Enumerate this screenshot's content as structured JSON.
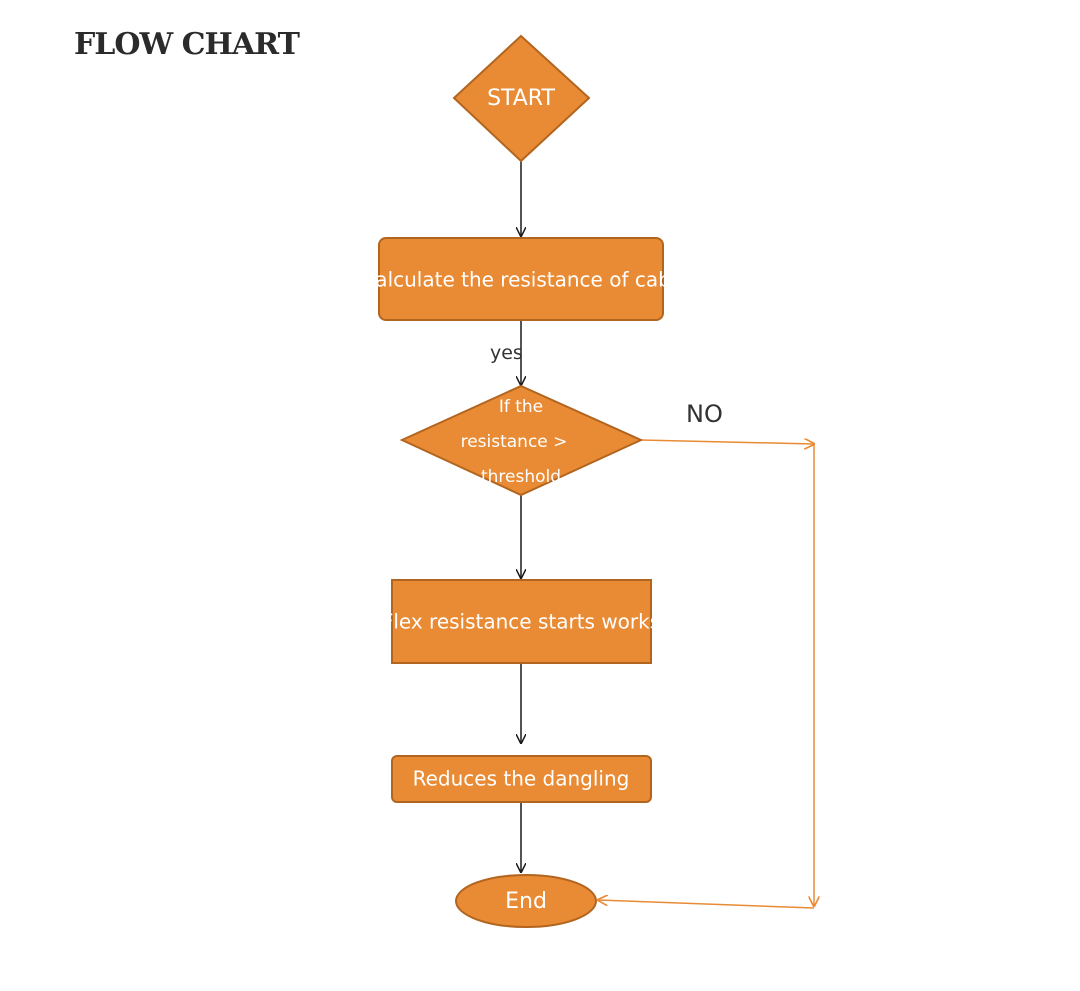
{
  "title": "FLOW CHART",
  "colors": {
    "node_fill": "#e98b35",
    "node_stroke": "#b2651f",
    "node_text": "#ffffff",
    "connector_main": "#1a1a1a",
    "connector_no": "#e98b35"
  },
  "nodes": {
    "start": {
      "shape": "diamond",
      "label": "START"
    },
    "calculate": {
      "shape": "rounded-rectangle",
      "label": "Calculate the resistance of cable"
    },
    "decision": {
      "shape": "diamond",
      "lines": [
        "If the",
        "resistance >",
        "threshold"
      ]
    },
    "flex": {
      "shape": "rectangle",
      "label": "Flex resistance starts works"
    },
    "reduces": {
      "shape": "rounded-rectangle",
      "label": "Reduces the dangling"
    },
    "end": {
      "shape": "ellipse",
      "label": "End"
    }
  },
  "edges": [
    {
      "from": "start",
      "to": "calculate",
      "label": ""
    },
    {
      "from": "calculate",
      "to": "decision",
      "label": "yes"
    },
    {
      "from": "decision",
      "to": "flex",
      "label": ""
    },
    {
      "from": "flex",
      "to": "reduces",
      "label": ""
    },
    {
      "from": "reduces",
      "to": "end",
      "label": ""
    },
    {
      "from": "decision",
      "to": "end",
      "label": "NO"
    }
  ]
}
